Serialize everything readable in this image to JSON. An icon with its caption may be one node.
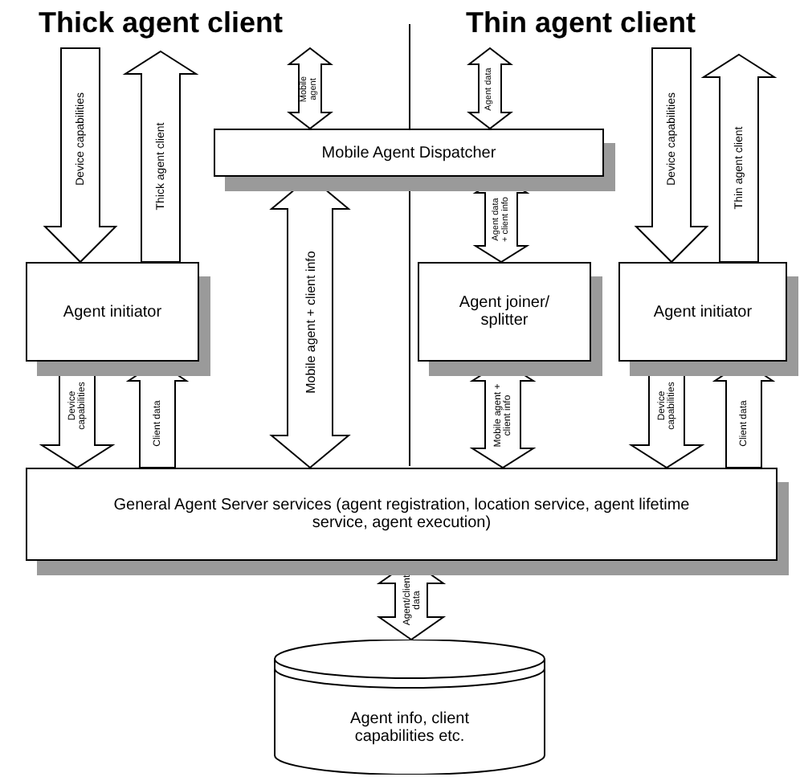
{
  "diagram": {
    "nodes": [
      {
        "text": [
          "Mobile Agent Dispatcher"
        ]
      },
      {
        "text": [
          "Agent initiator"
        ]
      },
      {
        "text": [
          "Agent joiner/ splitter"
        ]
      },
      {
        "text": [
          "Agent initiator"
        ]
      },
      {
        "text": [
          "General Agent Server services (agent registration, location service, agent lifetime service, agent execution)"
        ]
      },
      {
        "text": [
          "Agent info, client capabilities etc."
        ]
      }
    ],
    "edges": [
      {
        "from": null,
        "to": 1,
        "arrow": "to",
        "label": "Device capabilities"
      },
      {
        "from": 1,
        "to": null,
        "arrow": "to",
        "label": "Thick agent client"
      },
      {
        "from": null,
        "to": 0,
        "arrow": "both",
        "label": "Mobile agent"
      },
      {
        "from": null,
        "to": 0,
        "arrow": "both",
        "label": "Agent data"
      },
      {
        "from": null,
        "to": 3,
        "arrow": "to",
        "label": "Device capabilities"
      },
      {
        "from": 3,
        "to": null,
        "arrow": "to",
        "label": "Thin agent client"
      },
      {
        "from": 0,
        "to": 4,
        "arrow": "both",
        "label": "Mobile agent + client info"
      },
      {
        "from": 0,
        "to": 2,
        "arrow": "both",
        "label": "Agent data + client info"
      },
      {
        "from": 1,
        "to": 4,
        "arrow": "to",
        "label": "Device capabilities"
      },
      {
        "from": 4,
        "to": 1,
        "arrow": "to",
        "label": "Client data"
      },
      {
        "from": 2,
        "to": 4,
        "arrow": "both",
        "label": "Mobile agent + client info"
      },
      {
        "from": 3,
        "to": 4,
        "arrow": "to",
        "label": "Device capabilities"
      },
      {
        "from": 4,
        "to": 3,
        "arrow": "to",
        "label": "Client data"
      },
      {
        "from": 4,
        "to": 5,
        "arrow": "both",
        "label": "Agent/client data"
      }
    ],
    "labels": [
      "Thick agent client",
      "Thin agent client"
    ]
  }
}
